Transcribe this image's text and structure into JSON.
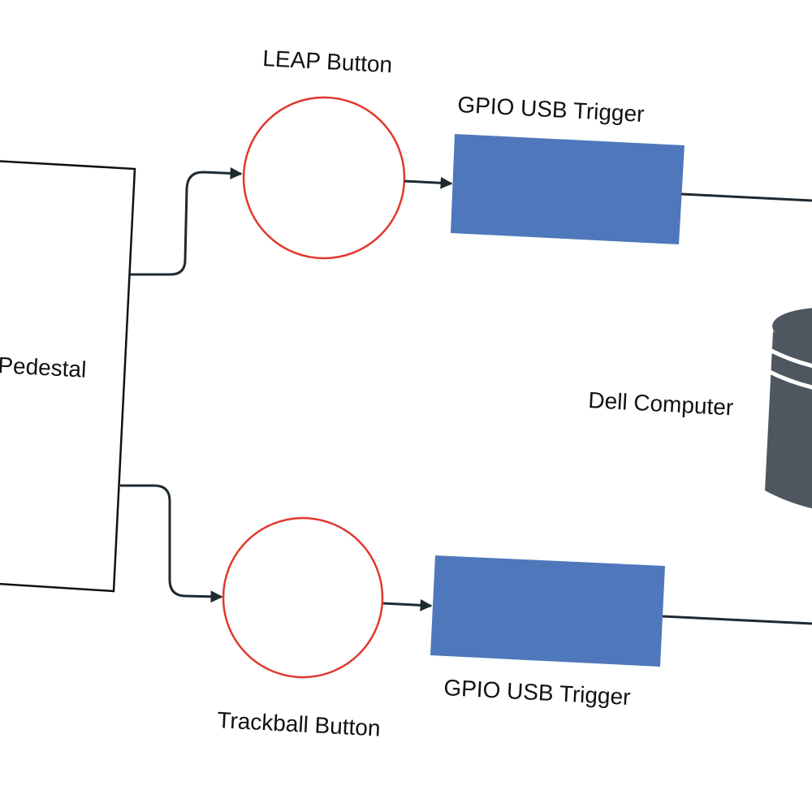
{
  "diagram": {
    "pedestal": {
      "label": "Pedestal"
    },
    "leap_button": {
      "label": "LEAP Button"
    },
    "trackball_button": {
      "label": "Trackball Button"
    },
    "trigger_top": {
      "label": "GPIO USB Trigger"
    },
    "trigger_bottom": {
      "label": "GPIO USB Trigger"
    },
    "computer": {
      "label": "Dell Computer",
      "icon": "database-cylinder-icon"
    }
  },
  "colors": {
    "button_outline": "#e0382c",
    "trigger_fill": "#4f77bb",
    "computer_fill": "#4e5660",
    "connector": "#1e2a32",
    "box_outline": "#111111"
  }
}
